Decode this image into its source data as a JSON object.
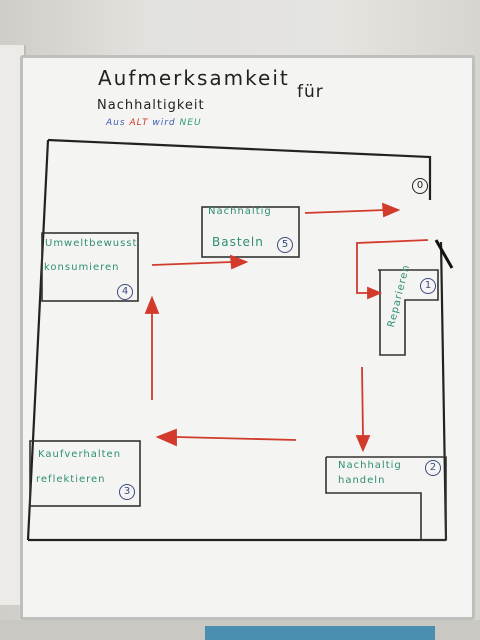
{
  "title": {
    "line1": "Aufmerksamkeit",
    "line2": "für",
    "line3": "Nachhaltigkeit"
  },
  "tagline": {
    "part1": "Aus",
    "part2": "ALT",
    "part3": "wird",
    "part4": "NEU"
  },
  "start_marker": "0",
  "stations": [
    {
      "id": "basteln",
      "line1": "Nachhaltig",
      "line2": "Basteln",
      "number": "5"
    },
    {
      "id": "reparieren",
      "line1": "Reparieren",
      "number": "1"
    },
    {
      "id": "handeln",
      "line1": "Nachhaltig",
      "line2": "handeln",
      "number": "2"
    },
    {
      "id": "reflektieren",
      "line1": "Kaufverhalten",
      "line2": "reflektieren",
      "number": "3"
    },
    {
      "id": "konsumieren",
      "line1": "Umweltbewusst",
      "line2": "konsumieren",
      "number": "4"
    }
  ],
  "colors": {
    "ink": "#222222",
    "green": "#2e8f72",
    "red": "#d23a2c",
    "blue": "#3b5bb5",
    "circle": "#3b4a80"
  }
}
